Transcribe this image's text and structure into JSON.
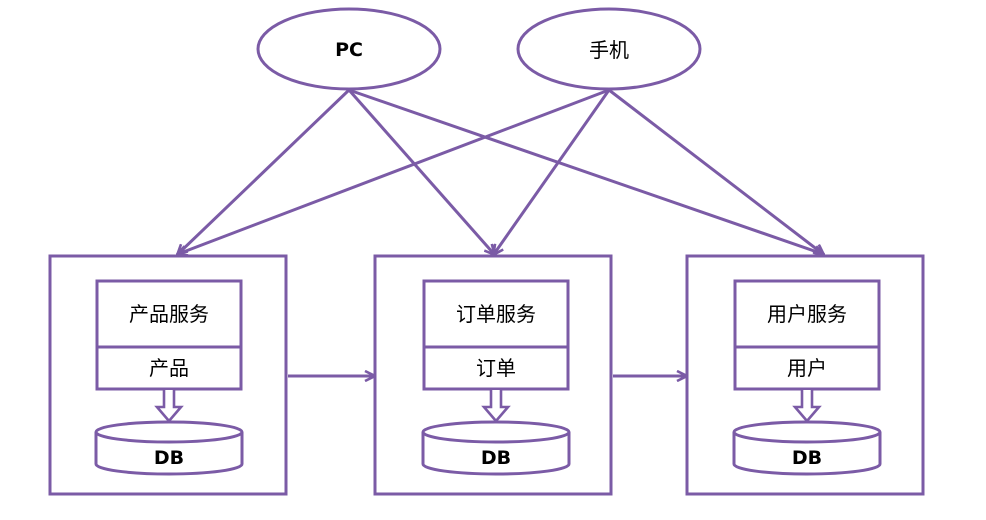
{
  "clients": {
    "pc": "PC",
    "mobile": "手机"
  },
  "services": [
    {
      "service_label": "产品服务",
      "data_label": "产品",
      "db_label": "DB"
    },
    {
      "service_label": "订单服务",
      "data_label": "订单",
      "db_label": "DB"
    },
    {
      "service_label": "用户服务",
      "data_label": "用户",
      "db_label": "DB"
    }
  ],
  "colors": {
    "stroke": "#7b5ba6",
    "fill": "#ffffff",
    "text": "#000000"
  }
}
